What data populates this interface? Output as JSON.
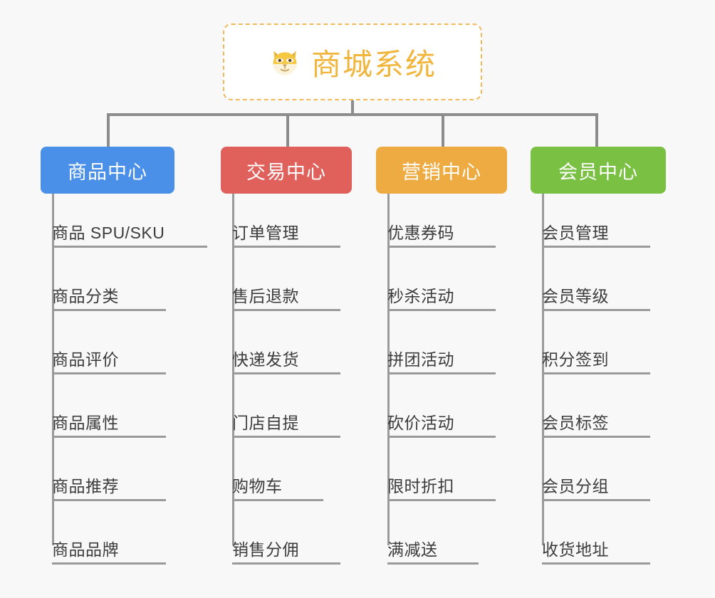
{
  "diagram": {
    "background_color": "#f8f8f8",
    "connector_color": "#8c8c8c",
    "root": {
      "icon": "shiba-dog-face-icon",
      "title": "商城系统",
      "title_color": "#f2b53c",
      "border_color": "#f0b95a",
      "background_color": "#ffffff"
    },
    "categories": [
      {
        "label": "商品中心",
        "color": "#4a90e8",
        "items": [
          "商品 SPU/SKU",
          "商品分类",
          "商品评价",
          "商品属性",
          "商品推荐",
          "商品品牌"
        ]
      },
      {
        "label": "交易中心",
        "color": "#e0605c",
        "items": [
          "订单管理",
          "售后退款",
          "快递发货",
          "门店自提",
          "购物车",
          "销售分佣"
        ]
      },
      {
        "label": "营销中心",
        "color": "#eeab42",
        "items": [
          "优惠券码",
          "秒杀活动",
          "拼团活动",
          "砍价活动",
          "限时折扣",
          "满减送"
        ]
      },
      {
        "label": "会员中心",
        "color": "#7ac143",
        "items": [
          "会员管理",
          "会员等级",
          "积分签到",
          "会员标签",
          "会员分组",
          "收货地址"
        ]
      }
    ]
  }
}
